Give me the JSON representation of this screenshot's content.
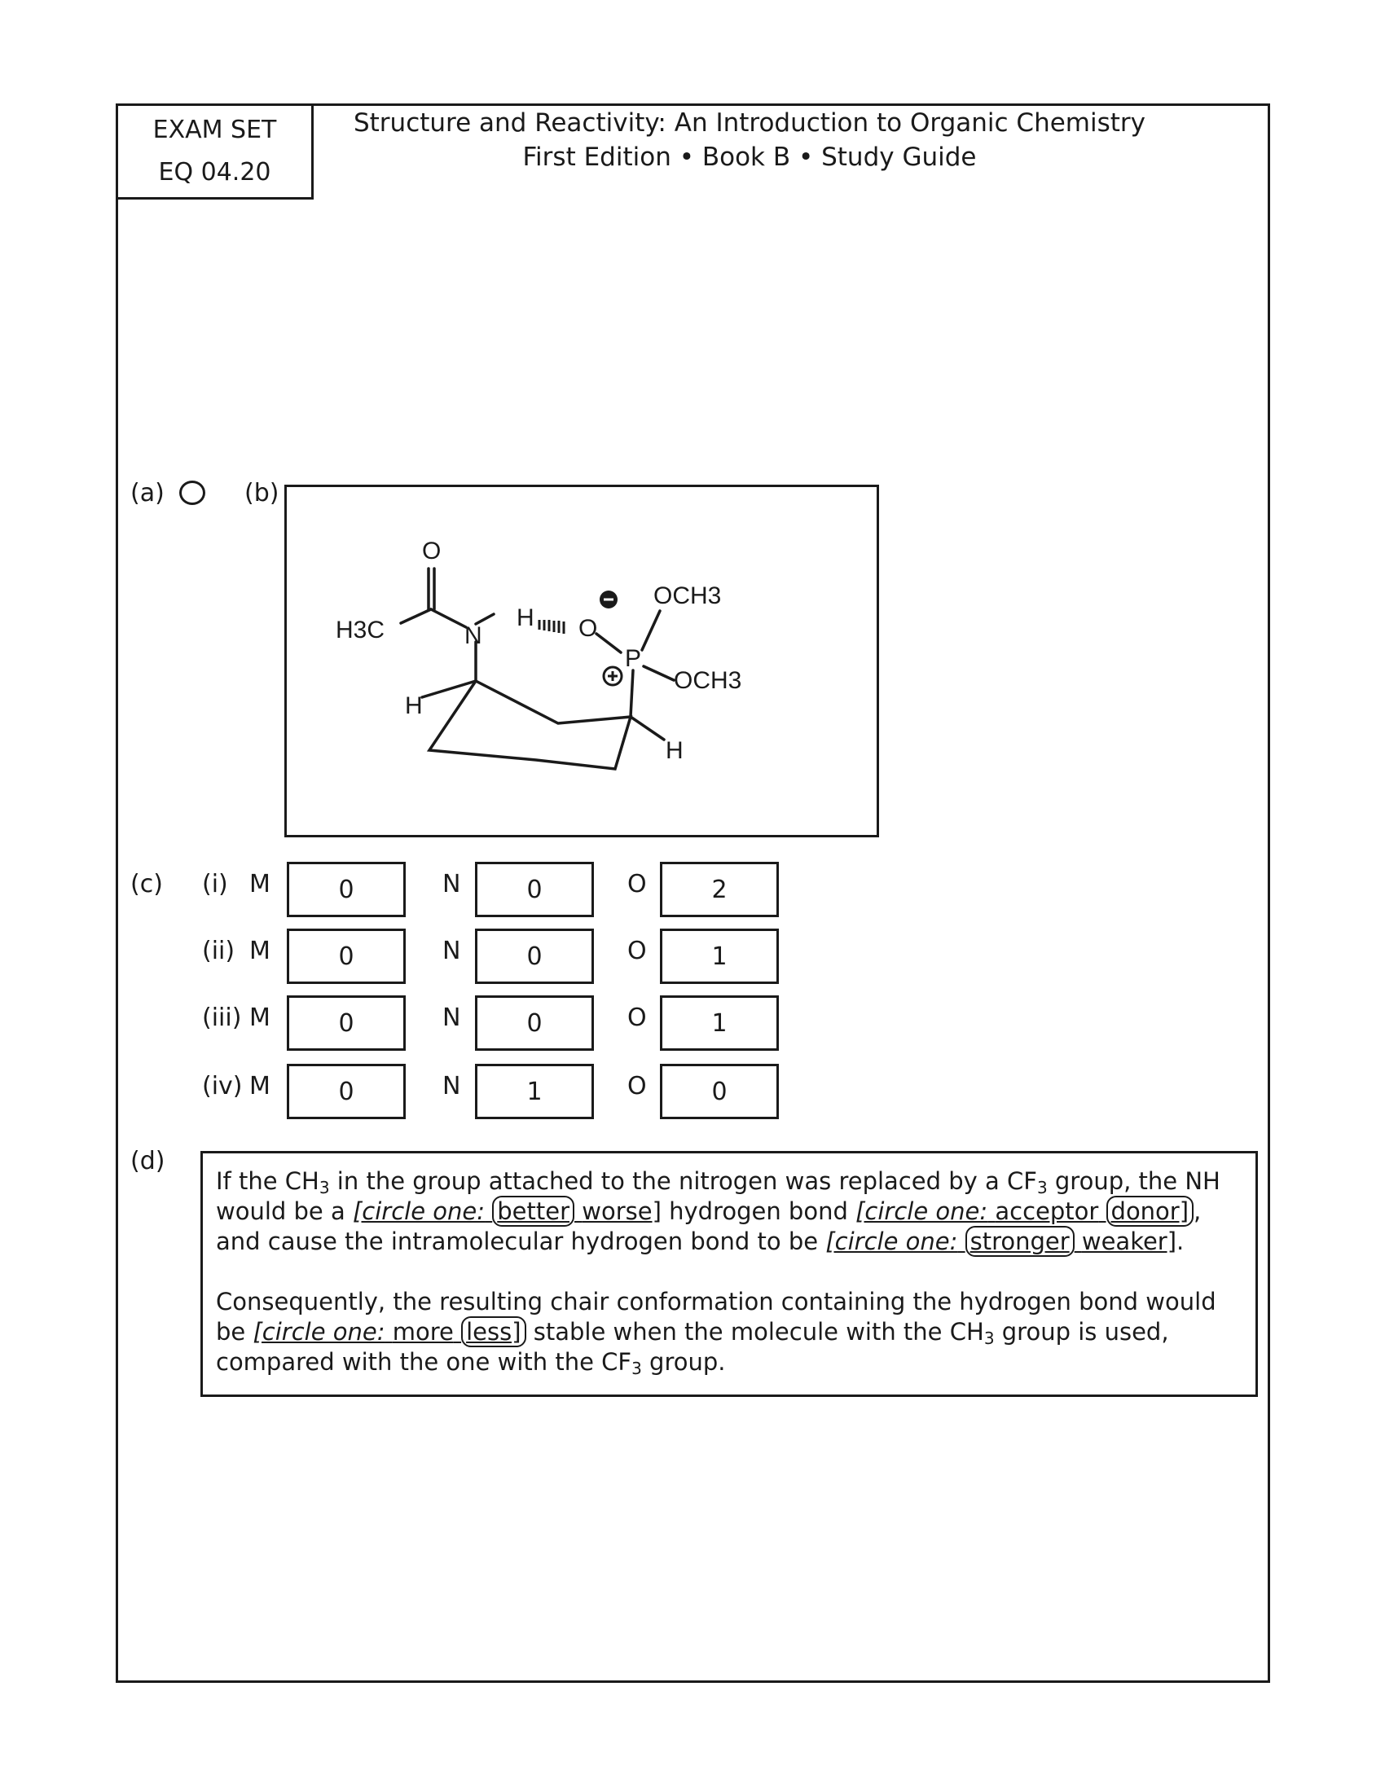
{
  "exam_box": {
    "line1": "EXAM SET",
    "line2": "EQ 04.20"
  },
  "header": {
    "title": "Structure and Reactivity: An Introduction to Organic Chemistry",
    "subtitle": "First Edition • Book B • Study Guide"
  },
  "part_a": {
    "label": "(a)"
  },
  "part_b": {
    "label": "(b)",
    "structure": {
      "atom_o_top": "O",
      "atom_h3c": "H3C",
      "atom_n": "N",
      "atom_h_nh": "H",
      "hbond": "IIIII",
      "atom_o_neg": "O",
      "charge_neg": "⊖",
      "atom_p": "P",
      "charge_pos": "⊕",
      "och3_top": "OCH3",
      "och3_right": "OCH3",
      "atom_h_left": "H",
      "atom_h_right": "H"
    }
  },
  "part_c": {
    "label": "(c)",
    "letters": {
      "m": "M",
      "n": "N",
      "o": "O"
    },
    "rows": [
      {
        "label": "(i)",
        "m": "0",
        "n": "0",
        "o": "2"
      },
      {
        "label": "(ii)",
        "m": "0",
        "n": "0",
        "o": "1"
      },
      {
        "label": "(iii)",
        "m": "0",
        "n": "0",
        "o": "1"
      },
      {
        "label": "(iv)",
        "m": "0",
        "n": "1",
        "o": "0"
      }
    ]
  },
  "part_d": {
    "label": "(d)",
    "p1_seg1": "If the CH",
    "p1_sub1": "3",
    "p1_seg2": " in the group attached to the nitrogen was replaced by a CF",
    "p1_sub2": "3",
    "p1_seg3": " group, the NH would be a ",
    "choice1_prefix": "[circle one:",
    "choice1_circled": "better",
    "choice1_other": "worse]",
    "p1_seg4": " hydrogen bond ",
    "choice2_prefix": "[circle one:",
    "choice2_other": "acceptor",
    "choice2_circled": "donor]",
    "p1_seg5": ", and cause the intramolecular hydrogen bond to be ",
    "choice3_prefix": "[circle one:",
    "choice3_circled": "stronger",
    "choice3_other": "weaker]",
    "p1_end": ".",
    "p2_seg1": "Consequently, the resulting chair conformation containing the hydrogen bond would be ",
    "choice4_prefix": "[circle one:",
    "choice4_other": "more",
    "choice4_circled": "less]",
    "p2_seg2": " stable when the molecule with the CH",
    "p2_sub1": "3",
    "p2_seg3": " group is used, compared with the one with the CF",
    "p2_sub2": "3",
    "p2_seg4": " group."
  }
}
